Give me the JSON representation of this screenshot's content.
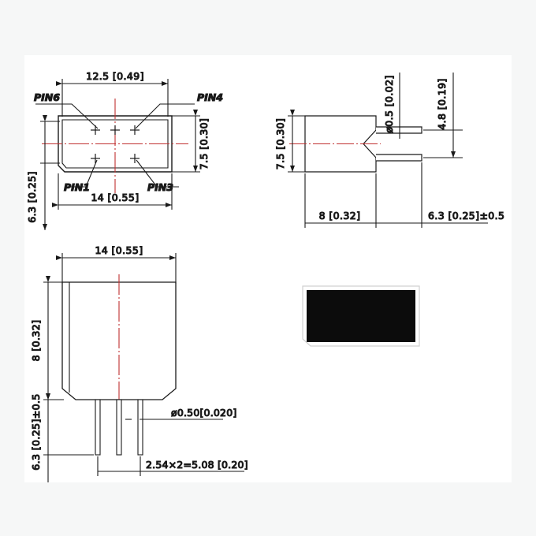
{
  "sheet": {
    "background": "#f6f7f7",
    "paper": "#ffffff"
  },
  "colors": {
    "line": "#1a1a1a",
    "centerline": "#c03030",
    "fill_black": "#0c0c0c",
    "body_fill": "#ffffff"
  },
  "views": {
    "top_view": {
      "name": "top-view",
      "labels": {
        "width_inner": "12.5 [0.49]",
        "width_outer": "14 [0.55]",
        "height_right": "7.5 [0.30]",
        "height_left": "6.3 [0.25]",
        "pin6": "PIN6",
        "pin4": "PIN4",
        "pin1": "PIN1",
        "pin3": "PIN3"
      }
    },
    "side_view": {
      "name": "side-view",
      "labels": {
        "height_left": "7.5 [0.30]",
        "lead_dia": "ø0.5 [0.02]",
        "lead_gap": "4.8 [0.19]",
        "body_depth": "8 [0.32]",
        "lead_length": "6.3 [0.25]±0.5"
      }
    },
    "front_view": {
      "name": "front-view",
      "labels": {
        "width": "14 [0.55]",
        "body_height": "8 [0.32]",
        "pin_length": "6.3 [0.25]±0.5",
        "pin_dia": "ø0.50[0.020]",
        "pin_pitch": "2.54×2=5.08 [0.20]"
      }
    },
    "iso_view": {
      "name": "product-photo-view",
      "labels": {}
    }
  }
}
